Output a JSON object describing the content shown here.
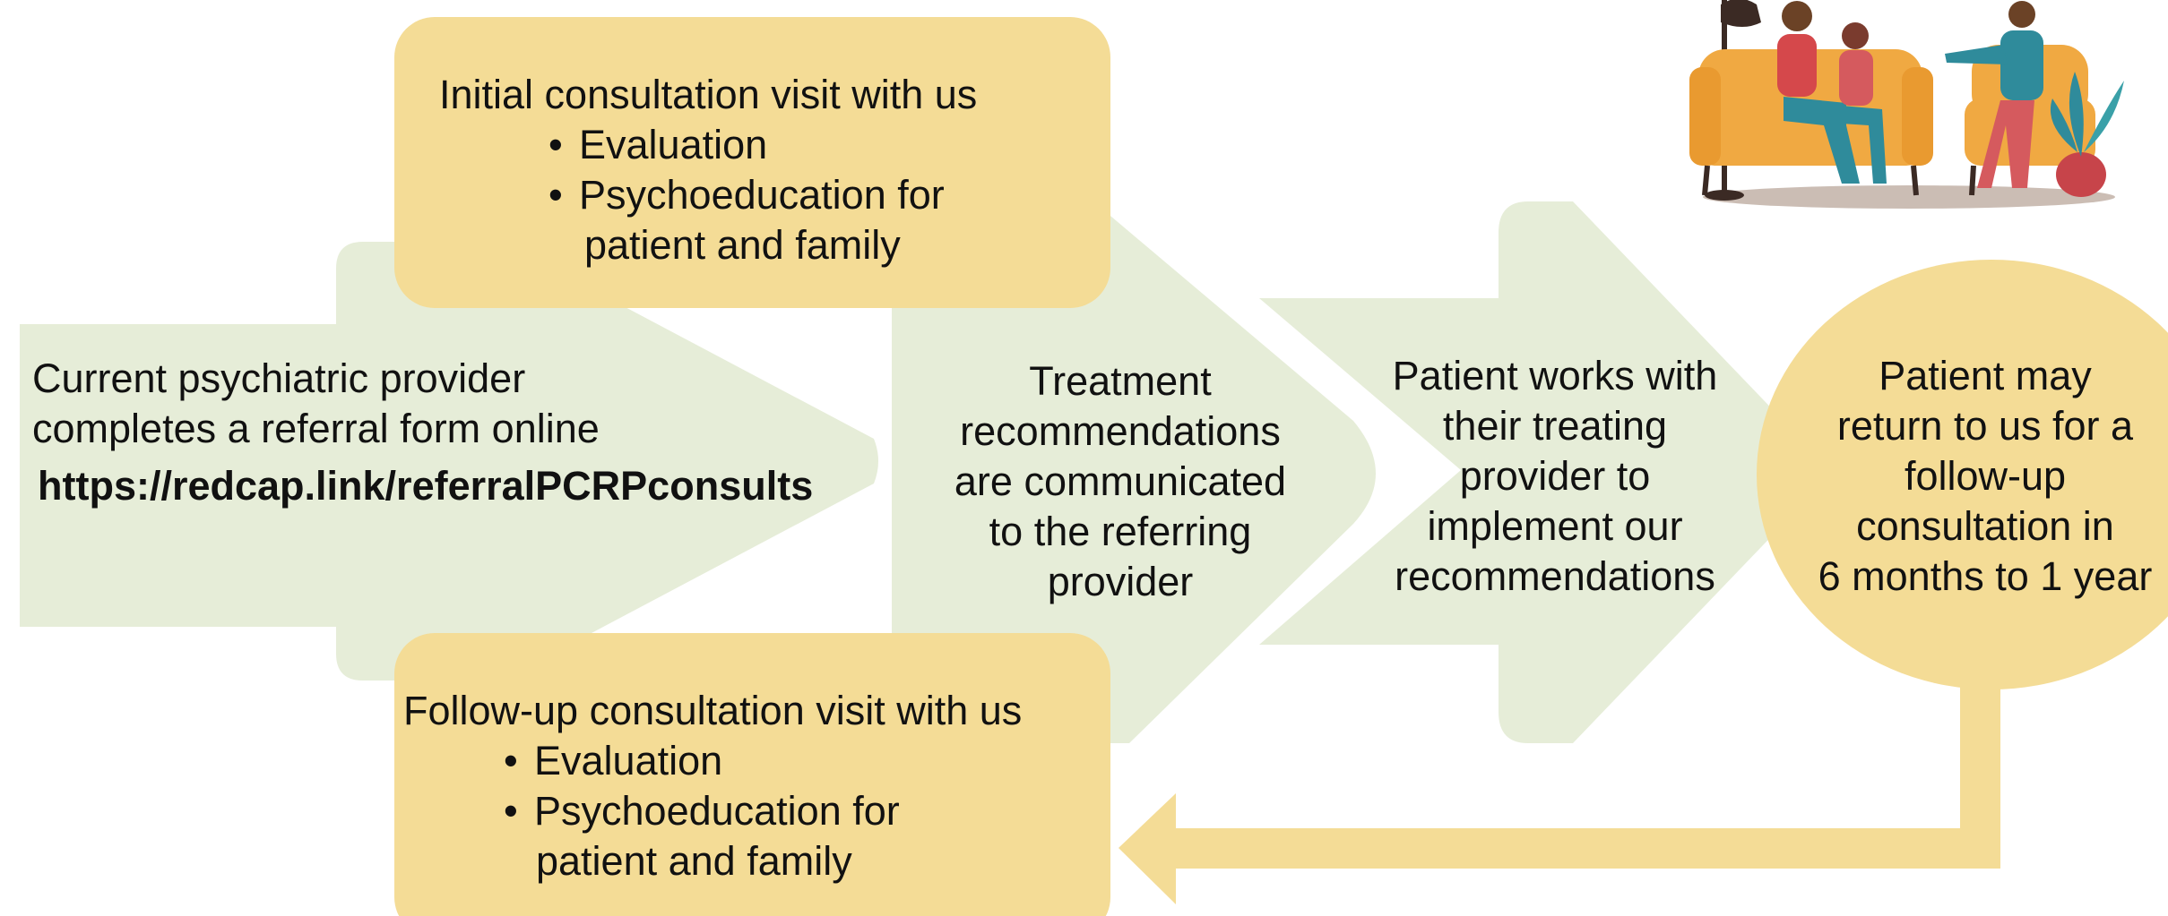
{
  "diagram": {
    "referral": {
      "line1": "Current psychiatric provider",
      "line2": "completes a referral form online",
      "link": "https://redcap.link/referralPCRPconsults"
    },
    "initial_visit": {
      "title": "Initial consultation visit with us",
      "bullets": [
        "Evaluation",
        "Psychoeducation for"
      ],
      "continuation": "patient and family"
    },
    "followup_visit": {
      "title": "Follow-up consultation visit with us",
      "bullets": [
        "Evaluation",
        "Psychoeducation for"
      ],
      "continuation": "patient and family"
    },
    "recommendations": {
      "lines": [
        "Treatment",
        "recommendations",
        "are communicated",
        "to the referring",
        "provider"
      ]
    },
    "implementation": {
      "lines": [
        "Patient works with",
        "their treating",
        "provider to",
        "implement our",
        "recommendations"
      ]
    },
    "return": {
      "lines": [
        "Patient may",
        "return to us for a",
        "follow-up",
        "consultation in",
        "6 months to 1 year"
      ]
    },
    "colors": {
      "arrow_green": "#e6edd8",
      "box_yellow": "#f4dc96",
      "text": "#111111"
    },
    "illustration_icon": "therapy-session-illustration"
  }
}
